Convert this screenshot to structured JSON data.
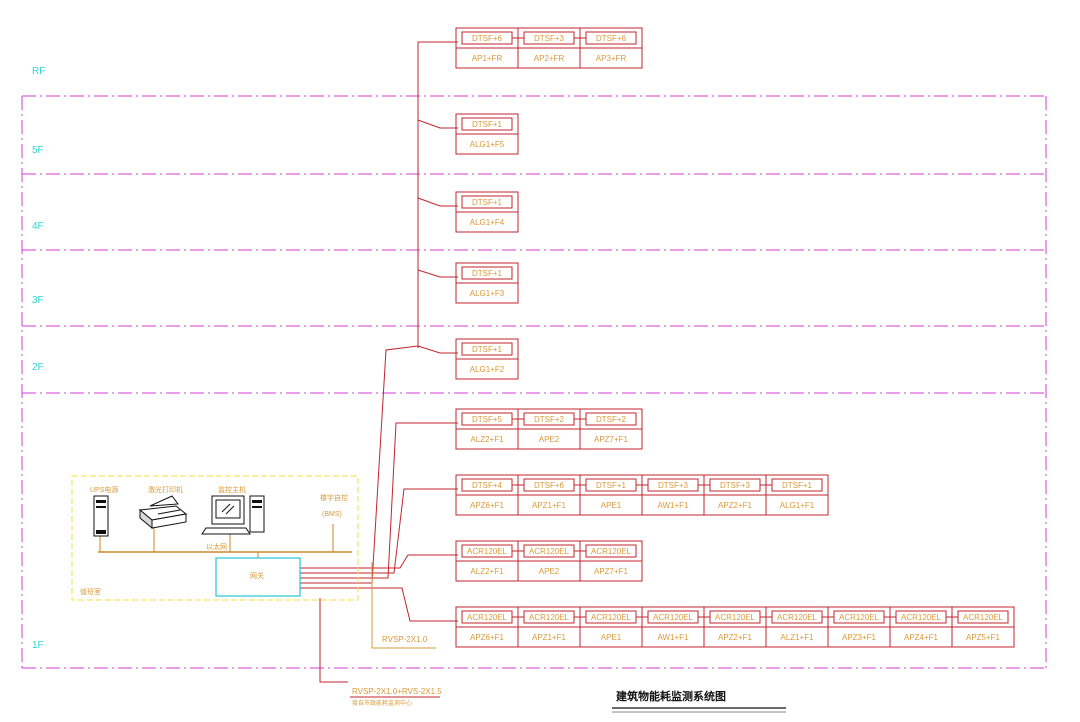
{
  "title": "建筑物能耗监测系统图",
  "floors": [
    "RF",
    "5F",
    "4F",
    "3F",
    "2F",
    "1F"
  ],
  "meter_groups": [
    {
      "meters": [
        "DTSF+6",
        "DTSF+3",
        "DTSF+6"
      ],
      "boxes": [
        "AP1+FR",
        "AP2+FR",
        "AP3+FR"
      ]
    },
    {
      "meters": [
        "DTSF+1"
      ],
      "boxes": [
        "ALG1+F5"
      ]
    },
    {
      "meters": [
        "DTSF+1"
      ],
      "boxes": [
        "ALG1+F4"
      ]
    },
    {
      "meters": [
        "DTSF+1"
      ],
      "boxes": [
        "ALG1+F3"
      ]
    },
    {
      "meters": [
        "DTSF+1"
      ],
      "boxes": [
        "ALG1+F2"
      ]
    },
    {
      "meters": [
        "DTSF+5",
        "DTSF+2",
        "DTSF+2"
      ],
      "boxes": [
        "ALZ2+F1",
        "APE2",
        "APZ7+F1"
      ]
    },
    {
      "meters": [
        "DTSF+4",
        "DTSF+6",
        "DTSF+1",
        "DTSF+3",
        "DTSF+3",
        "DTSF+1"
      ],
      "boxes": [
        "APZ6+F1",
        "APZ1+F1",
        "APE1",
        "AW1+F1",
        "APZ2+F1",
        "ALG1+F1"
      ]
    },
    {
      "meters": [
        "ACR120EL",
        "ACR120EL",
        "ACR120EL"
      ],
      "boxes": [
        "ALZ2+F1",
        "APE2",
        "APZ7+F1"
      ]
    },
    {
      "meters": [
        "ACR120EL",
        "ACR120EL",
        "ACR120EL",
        "ACR120EL",
        "ACR120EL",
        "ACR120EL",
        "ACR120EL",
        "ACR120EL",
        "ACR120EL"
      ],
      "boxes": [
        "APZ6+F1",
        "APZ1+F1",
        "APE1",
        "AW1+F1",
        "APZ2+F1",
        "ALZ1+F1",
        "APZ3+F1",
        "APZ4+F1",
        "APZ5+F1"
      ]
    }
  ],
  "control_room": {
    "ups_label": "UPS电源",
    "printer_label": "激光打印机",
    "monitor_label": "监控主机",
    "bms_label": "楼宇自控",
    "bms_sub": "(BMS)",
    "bus_label": "以太网",
    "gateway_label": "网关",
    "room_label": "值班室"
  },
  "cables": {
    "cable1": "RVSP-2X1.0",
    "cable2": "RVSP-2X1.0+RVS-2X1.5",
    "cable2_note": "接自市政能耗监测中心"
  },
  "colors": {
    "floor_line": "#d63bd6",
    "meter_box": "#c0262c",
    "feeder": "#c0262c",
    "text_orange": "#d99a3a",
    "floor_text": "#2fd3d3",
    "room_border": "#f0e23c",
    "gateway": "#26c6d6",
    "bus": "#c98a2a"
  }
}
